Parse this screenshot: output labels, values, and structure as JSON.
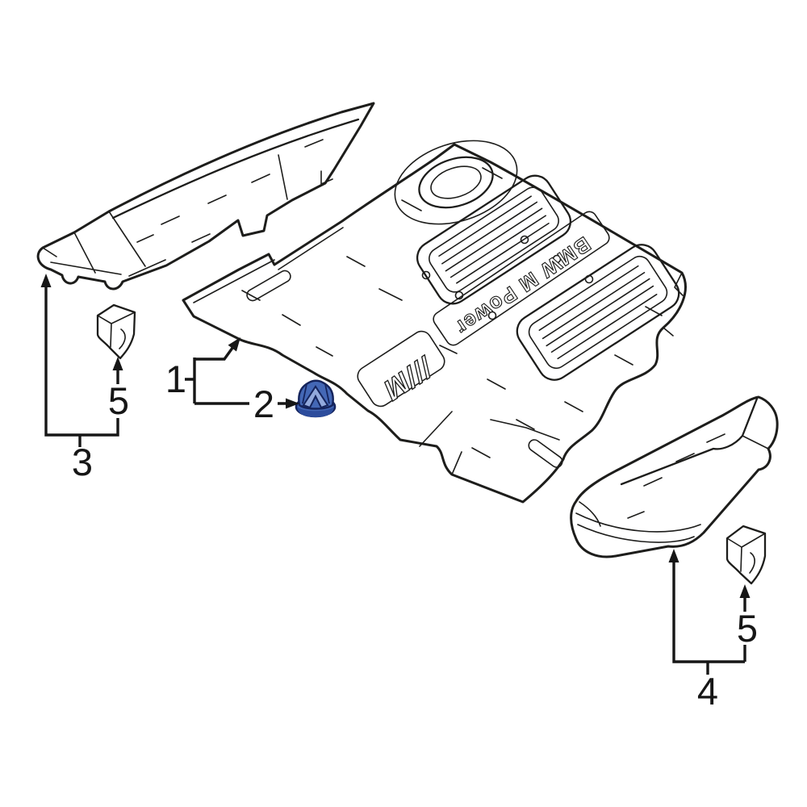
{
  "labels": {
    "c1": "1",
    "c2": "2",
    "c3": "3",
    "c4": "4",
    "c5_left": "5",
    "c5_right": "5"
  },
  "engine_cover": {
    "brand_text": "BMW M Power",
    "m_badge": "///M"
  },
  "colors": {
    "background": "#ffffff",
    "line": "#1d1d1b",
    "callout": "#161616",
    "highlight_fill": "#4468b6",
    "highlight_shade": "#2c4c9c",
    "highlight_light": "#92a9dc",
    "highlight_outline": "#15245c"
  }
}
